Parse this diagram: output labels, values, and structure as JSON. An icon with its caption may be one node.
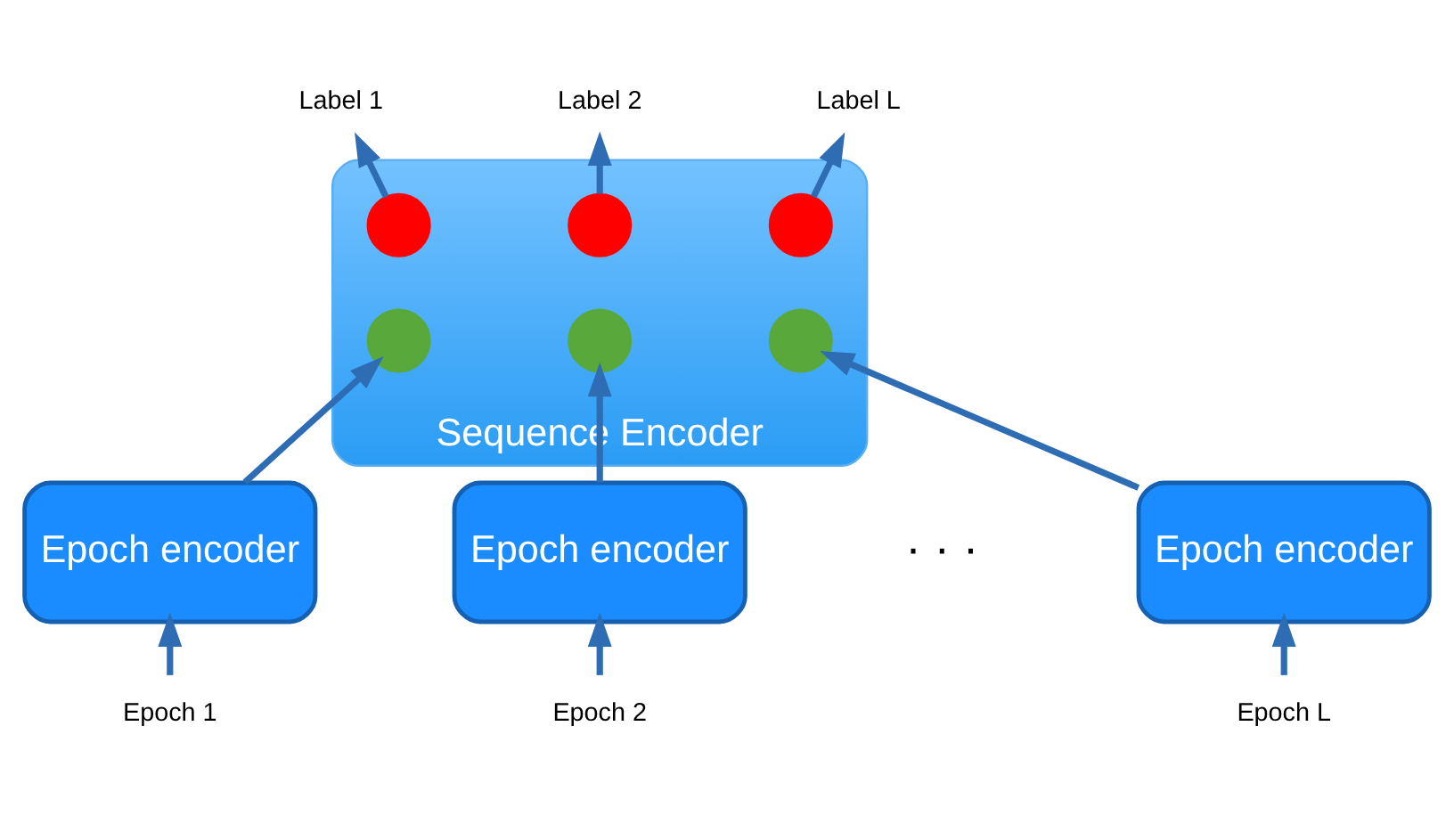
{
  "diagram": {
    "nodes": [
      {
        "text": [
          "Label 1"
        ]
      },
      {
        "text": [
          "Label 2"
        ]
      },
      {
        "text": [
          "Label L"
        ]
      },
      {
        "text": [
          "Sequence Encoder"
        ]
      },
      {
        "text": [],
        "shape": "circle",
        "in": 3
      },
      {
        "text": [],
        "shape": "circle",
        "in": 3
      },
      {
        "text": [],
        "shape": "circle",
        "in": 3
      },
      {
        "text": [],
        "shape": "circle",
        "in": 3
      },
      {
        "text": [],
        "shape": "circle",
        "in": 3
      },
      {
        "text": [],
        "shape": "circle",
        "in": 3
      },
      {
        "text": [
          "Epoch encoder"
        ]
      },
      {
        "text": [
          "Epoch encoder"
        ]
      },
      {
        "text": [
          "Epoch encoder"
        ]
      },
      {
        "text": [
          "Epoch 1"
        ]
      },
      {
        "text": [
          "Epoch 2"
        ]
      },
      {
        "text": [
          "Epoch L"
        ]
      }
    ],
    "edges": [
      {
        "from": 4,
        "to": 0,
        "arrow": "to"
      },
      {
        "from": 5,
        "to": 1,
        "arrow": "to"
      },
      {
        "from": 6,
        "to": 2,
        "arrow": "to"
      },
      {
        "from": 10,
        "to": 7,
        "arrow": "to"
      },
      {
        "from": 11,
        "to": 8,
        "arrow": "to"
      },
      {
        "from": 12,
        "to": 9,
        "arrow": "to"
      },
      {
        "from": 13,
        "to": 10,
        "arrow": "to"
      },
      {
        "from": 14,
        "to": 11,
        "arrow": "to"
      },
      {
        "from": 15,
        "to": 12,
        "arrow": "to"
      }
    ],
    "labels": [
      "· · ·"
    ]
  }
}
